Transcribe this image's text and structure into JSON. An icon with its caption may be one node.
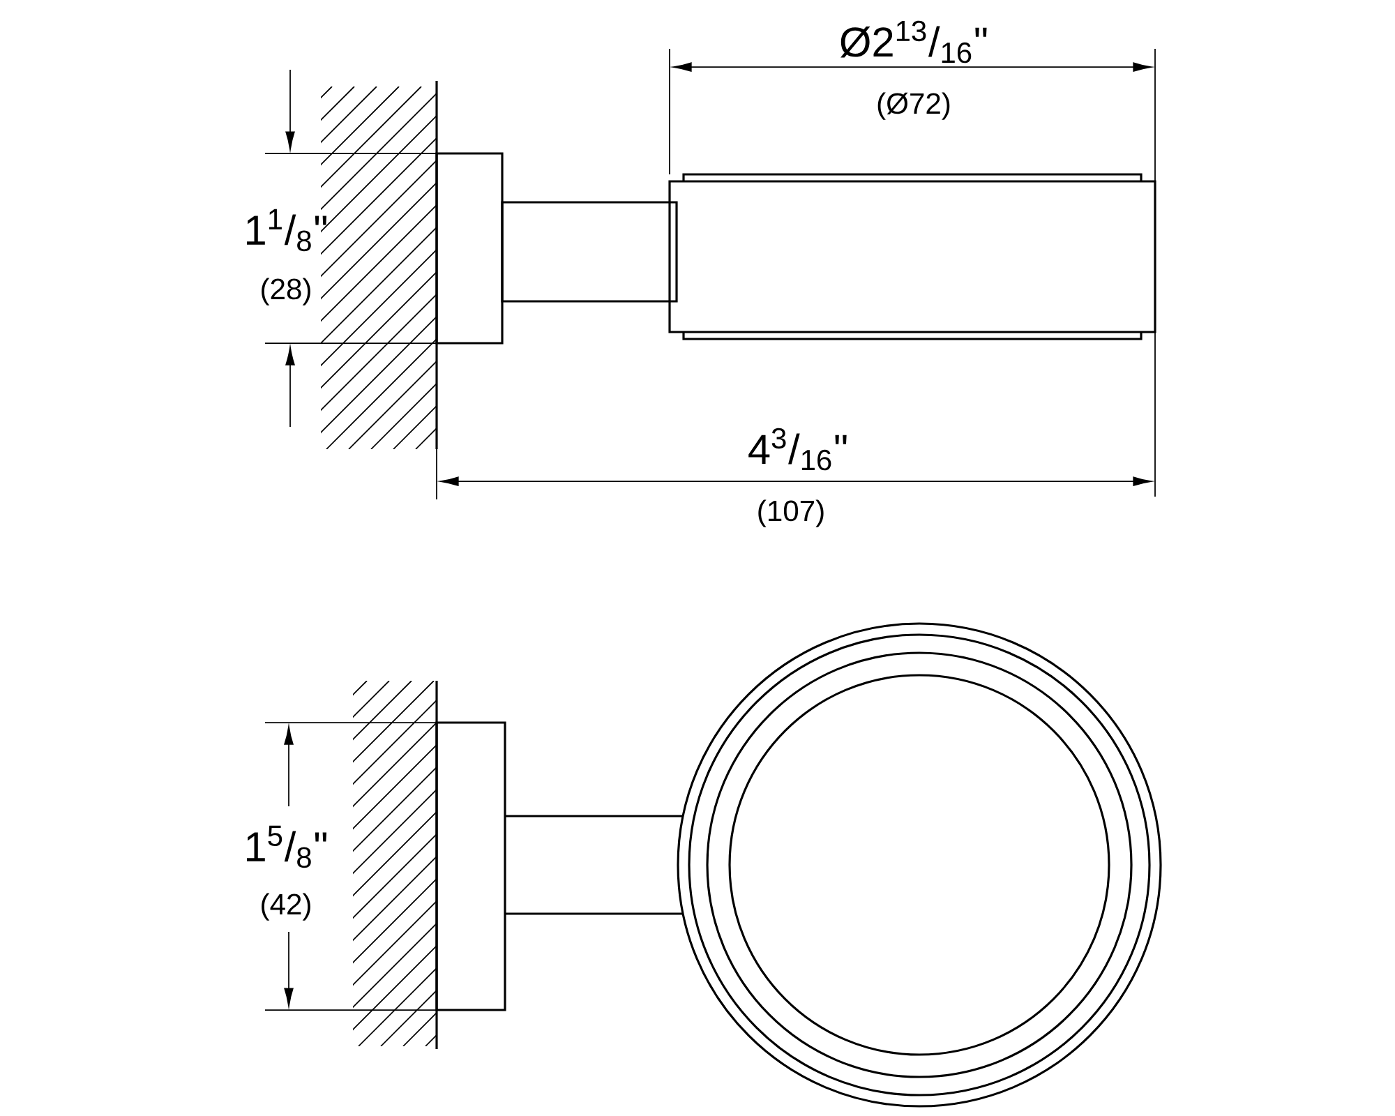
{
  "diagram": {
    "labels": [
      "Ø2$^{13}$/$_{16}$\"",
      "(Ø72)",
      "1$^{1}$/$_{8}$\"",
      "(28)",
      "4$^{3}$/$_{16}$\"",
      "(107)",
      "1$^{5}$/$_{8}$\"",
      "(42)"
    ]
  }
}
